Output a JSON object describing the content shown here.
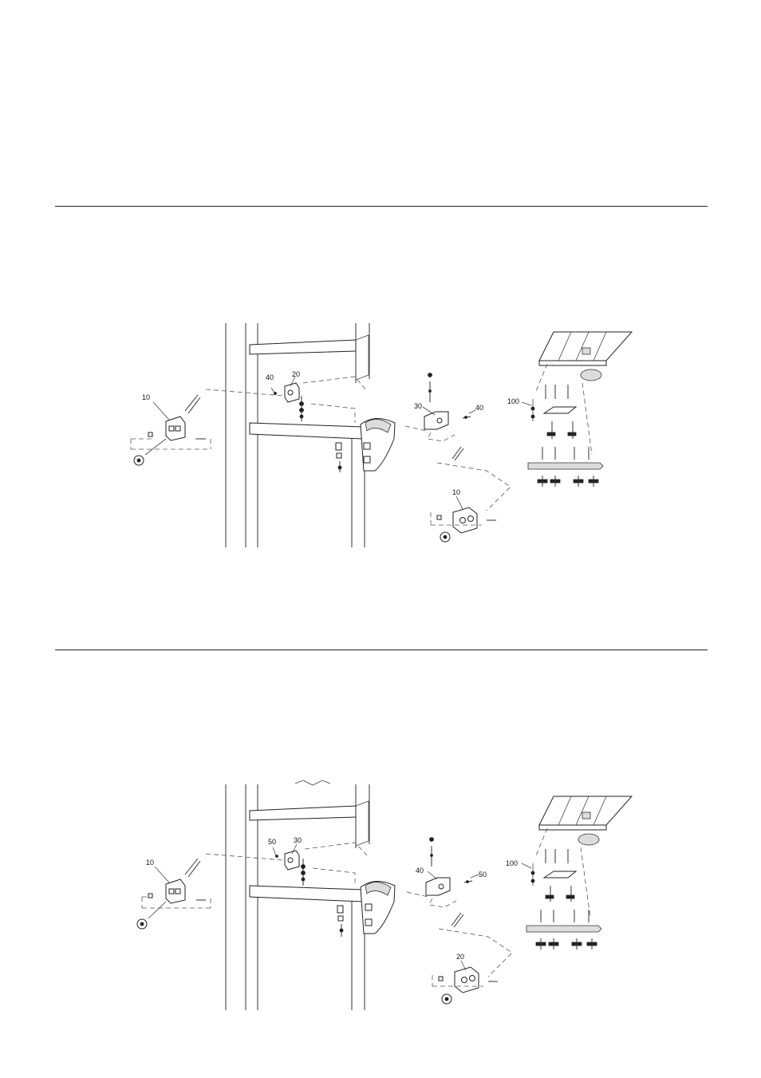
{
  "diagrams": [
    {
      "labels": {
        "clamp_left": "10",
        "bracket": "20",
        "screw_top": "40",
        "block": "30",
        "screw_right": "40",
        "table_hardware": "100",
        "clamp_bottom": "10"
      }
    },
    {
      "labels": {
        "clamp_left": "10",
        "bracket": "30",
        "screw_top": "50",
        "block": "40",
        "screw_right": "50",
        "table_hardware": "100",
        "clamp_bottom": "20"
      }
    }
  ],
  "icons": {
    "wing_nut": "wing-nut-icon",
    "bolt": "bolt-icon",
    "knob": "knob-icon"
  }
}
